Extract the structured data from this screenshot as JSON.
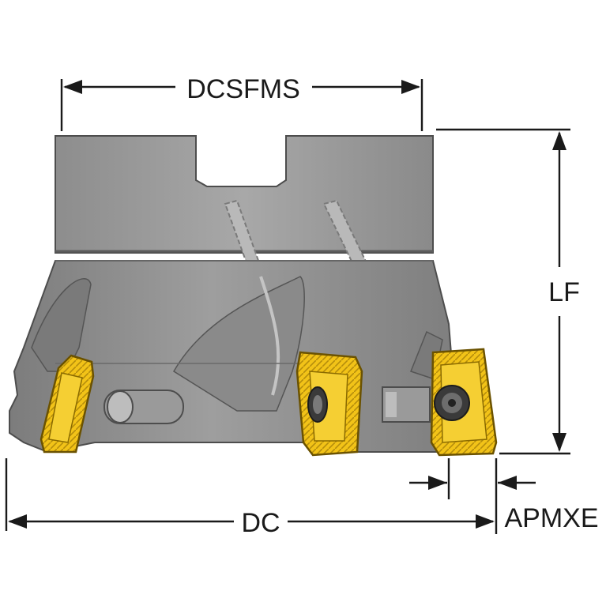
{
  "diagram": {
    "labels": {
      "dcsfms": "DCSFMS",
      "lf": "LF",
      "dc": "DC",
      "apmxe": "APMXE"
    },
    "colors": {
      "body_light": "#a3a3a3",
      "body_mid": "#8f8f8f",
      "body_dark": "#6f6f6f",
      "insert_yellow": "#f2c318",
      "insert_dark": "#a8800a",
      "dimension_ink": "#1a1a1a",
      "background": "#ffffff"
    },
    "icons": {
      "cutter": "face-mill-cutter-body",
      "insert": "indexable-insert",
      "screw": "insert-clamp-screw"
    }
  }
}
